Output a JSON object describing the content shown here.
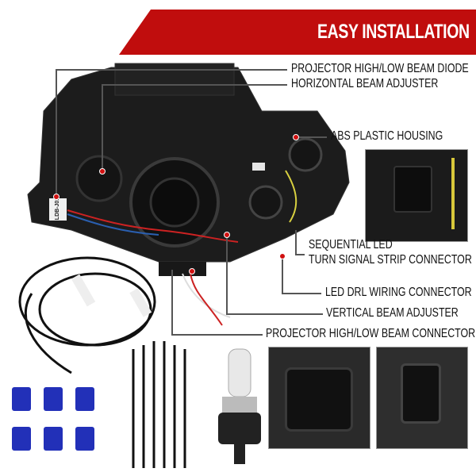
{
  "banner": {
    "title": "EASY INSTALLATION",
    "color": "#c00d0d"
  },
  "labels": {
    "projector_diode": "PROJECTOR HIGH/LOW BEAM DIODE",
    "horizontal_adjuster": "HORIZONTAL BEAM ADJUSTER",
    "housing": "ABS PLASTIC HOUSING",
    "sequential_line1": "SEQUENTIAL LED",
    "sequential_line2": "TURN SIGNAL STRIP CONNECTOR",
    "drl_connector": "LED DRL WIRING CONNECTOR",
    "vertical_adjuster": "VERTICAL BEAM ADJUSTER",
    "projector_connector": "PROJECTOR HIGH/LOW BEAM CONNECTOR"
  },
  "product_markings": {
    "sticker": "LDB-J01"
  }
}
